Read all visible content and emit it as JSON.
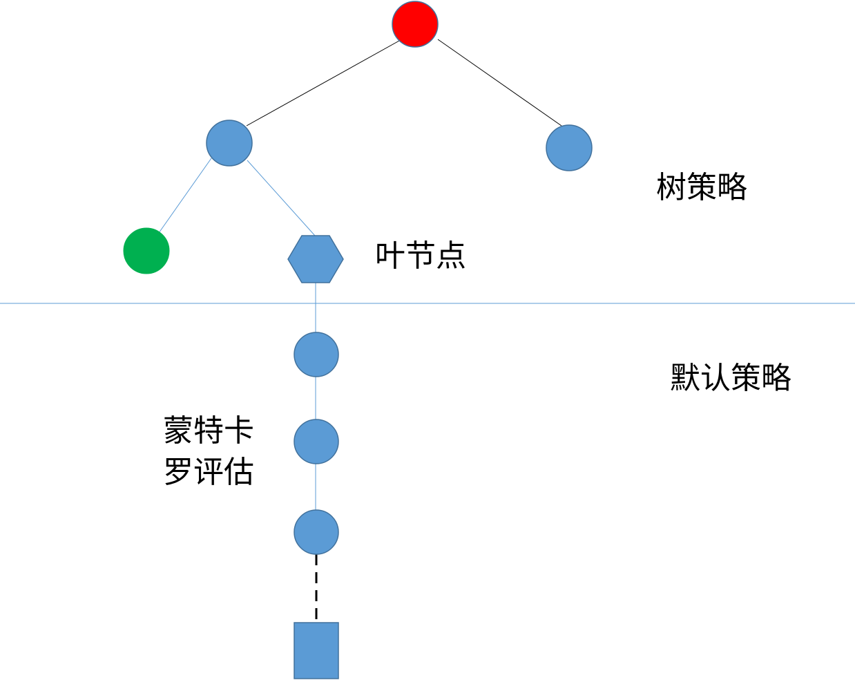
{
  "labels": {
    "tree_policy": "树策略",
    "leaf_node": "叶节点",
    "default_policy": "默认策略",
    "monte_carlo_line1": "蒙特卡",
    "monte_carlo_line2": "罗评估"
  },
  "colors": {
    "root_node": "#ff0000",
    "node_fill": "#5b9bd5",
    "node_stroke": "#41719c",
    "green_node": "#00b050",
    "tree_edge": "#000000",
    "blue_edge": "#5b9bd5",
    "divider": "#5b9bd5",
    "dashed_edge": "#000000"
  }
}
